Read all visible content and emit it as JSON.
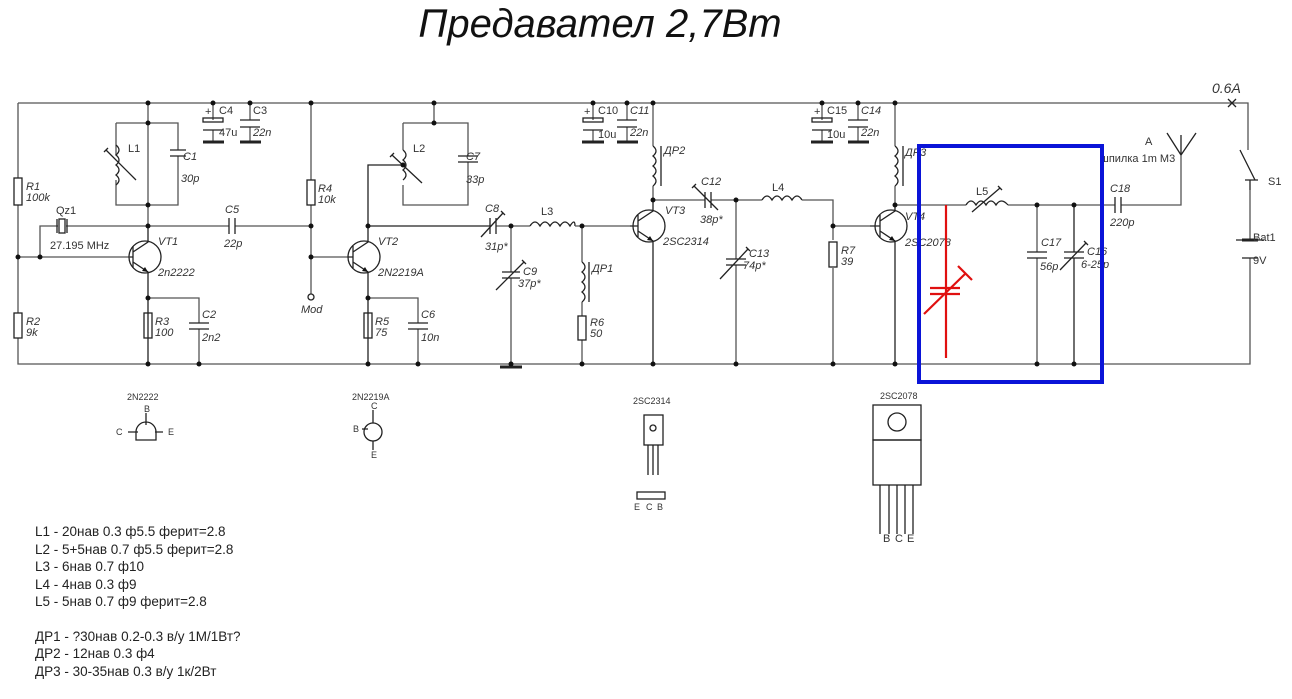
{
  "title": "Предавател 2,7Вт",
  "current": "0.6A",
  "components": {
    "R1": {
      "name": "R1",
      "value": "100k"
    },
    "R2": {
      "name": "R2",
      "value": "9k"
    },
    "R3": {
      "name": "R3",
      "value": "100"
    },
    "R4": {
      "name": "R4",
      "value": "10k"
    },
    "R5": {
      "name": "R5",
      "value": "75"
    },
    "R6": {
      "name": "R6",
      "value": "50"
    },
    "R7": {
      "name": "R7",
      "value": "39"
    },
    "C1": {
      "name": "C1",
      "value": "30p"
    },
    "C2": {
      "name": "C2",
      "value": "2n2"
    },
    "C3": {
      "name": "C3",
      "value": "22n"
    },
    "C4": {
      "name": "C4",
      "value": "47u"
    },
    "C5": {
      "name": "C5",
      "value": "22p"
    },
    "C6": {
      "name": "C6",
      "value": "10n"
    },
    "C7": {
      "name": "C7",
      "value": "33p"
    },
    "C8": {
      "name": "C8",
      "value": "31p*"
    },
    "C9": {
      "name": "C9",
      "value": "37p*"
    },
    "C10": {
      "name": "C10",
      "value": "10u"
    },
    "C11": {
      "name": "C11",
      "value": "22n"
    },
    "C12": {
      "name": "C12",
      "value": "38p*"
    },
    "C13": {
      "name": "C13",
      "value": "74p*"
    },
    "C14": {
      "name": "C14",
      "value": "22n"
    },
    "C15": {
      "name": "C15",
      "value": "10u"
    },
    "C16": {
      "name": "C16",
      "value": "6-25p"
    },
    "C17": {
      "name": "C17",
      "value": "56p"
    },
    "C18": {
      "name": "C18",
      "value": "220p"
    },
    "L1": {
      "name": "L1"
    },
    "L2": {
      "name": "L2"
    },
    "L3": {
      "name": "L3"
    },
    "L4": {
      "name": "L4"
    },
    "L5": {
      "name": "L5"
    },
    "DR1": {
      "name": "ДР1"
    },
    "DR2": {
      "name": "ДР2"
    },
    "DR3": {
      "name": "ДР3"
    },
    "Qz1": {
      "name": "Qz1",
      "value": "27.195 MHz"
    },
    "VT1": {
      "name": "VT1",
      "value": "2n2222"
    },
    "VT2": {
      "name": "VT2",
      "value": "2N2219A"
    },
    "VT3": {
      "name": "VT3",
      "value": "2SC2314"
    },
    "VT4": {
      "name": "VT4",
      "value": "2SC2078"
    },
    "Mod": {
      "name": "Mod"
    },
    "A": {
      "name": "A",
      "value": "шпилка 1m M3"
    },
    "S1": {
      "name": "S1"
    },
    "Bat1": {
      "name": "Bat1",
      "value": "9V"
    }
  },
  "packages": [
    {
      "name": "2N2222",
      "pins": [
        "B",
        "C",
        "E"
      ]
    },
    {
      "name": "2N2219A",
      "pins": [
        "C",
        "B",
        "E"
      ]
    },
    {
      "name": "2SC2314",
      "pins": [
        "E",
        "C",
        "B"
      ]
    },
    {
      "name": "2SC2078",
      "pins": [
        "B",
        "C",
        "E"
      ]
    }
  ],
  "notes": {
    "coils": [
      "L1 - 20нав 0.3 ф5.5 ферит=2.8",
      "L2 - 5+5нав 0.7 ф5.5 ферит=2.8",
      "L3 - 6нав 0.7 ф10",
      "L4 - 4нав 0.3 ф9",
      "L5 - 5нав 0.7 ф9 ферит=2.8"
    ],
    "chokes": [
      "ДР1 - ?30нав 0.2-0.3 в/у 1М/1Вт?",
      "ДР2 - 12нав 0.3 ф4",
      "ДР3 - 30-35нав 0.3 в/у 1к/2Вт"
    ]
  },
  "colors": {
    "highlight_box": "#0a14d8",
    "annotation": "#e01010"
  }
}
